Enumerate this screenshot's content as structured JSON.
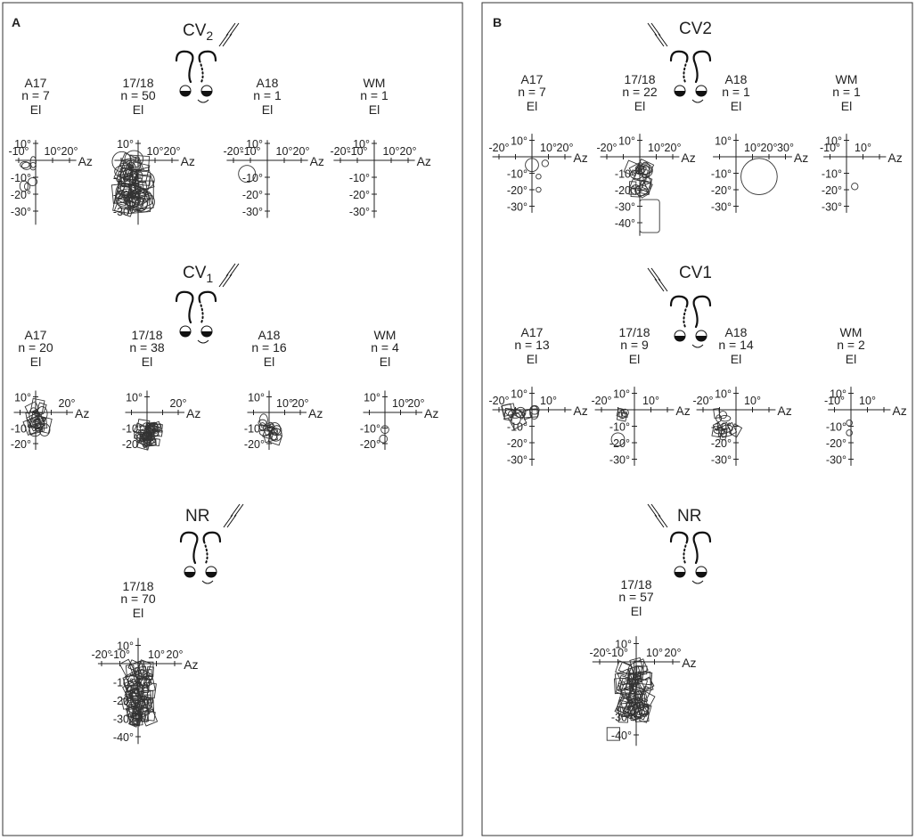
{
  "panels": [
    {
      "letter": "A",
      "conditions": [
        {
          "label": "CV",
          "sub": "2",
          "plots": [
            {
              "area": "A17",
              "n": "n = 7",
              "xt": [
                "-10°",
                "10°",
                "20°"
              ],
              "yt": [
                "10°",
                "-10°",
                "-20°",
                "-30°"
              ]
            },
            {
              "area": "17/18",
              "n": "n = 50",
              "xt": [
                "10°",
                "20°"
              ],
              "yt": [
                "10°",
                "-10°",
                "-20°",
                "-30°"
              ]
            },
            {
              "area": "A18",
              "n": "n = 1",
              "xt": [
                "-20°",
                "-10°",
                "10°",
                "20°"
              ],
              "yt": [
                "10°",
                "-10°",
                "-20°",
                "-30°"
              ]
            },
            {
              "area": "WM",
              "n": "n = 1",
              "xt": [
                "-20°",
                "-10°",
                "10°",
                "20°"
              ],
              "yt": [
                "10°",
                "-10°",
                "-20°",
                "-30°"
              ]
            }
          ]
        },
        {
          "label": "CV",
          "sub": "1",
          "plots": [
            {
              "area": "A17",
              "n": "n = 20",
              "xt": [
                "20°"
              ],
              "yt": [
                "10°",
                "-10°",
                "-20°"
              ]
            },
            {
              "area": "17/18",
              "n": "n = 38",
              "xt": [
                "20°"
              ],
              "yt": [
                "10°",
                "-10°",
                "-20°"
              ]
            },
            {
              "area": "A18",
              "n": "n = 16",
              "xt": [
                "10°",
                "20°"
              ],
              "yt": [
                "10°",
                "-10°",
                "-20°"
              ]
            },
            {
              "area": "WM",
              "n": "n = 4",
              "xt": [
                "10°",
                "20°"
              ],
              "yt": [
                "10°",
                "-10°",
                "-20°"
              ]
            }
          ]
        },
        {
          "label": "NR",
          "sub": "",
          "plots": [
            {
              "area": "17/18",
              "n": "n = 70",
              "xt": [
                "-20°",
                "-10°",
                "10°",
                "20°"
              ],
              "yt": [
                "10°",
                "-10°",
                "-20°",
                "-30°",
                "-40°"
              ]
            }
          ]
        }
      ]
    },
    {
      "letter": "B",
      "conditions": [
        {
          "label": "CV2",
          "sub": "",
          "plots": [
            {
              "area": "A17",
              "n": "n = 7",
              "xt": [
                "-20°",
                "10°",
                "20°"
              ],
              "yt": [
                "10°",
                "-10°",
                "-20°",
                "-30°"
              ]
            },
            {
              "area": "17/18",
              "n": "n = 22",
              "xt": [
                "-20°",
                "10°",
                "20°"
              ],
              "yt": [
                "10°",
                "-10°",
                "-20°",
                "-30°",
                "-40°"
              ]
            },
            {
              "area": "A18",
              "n": "n = 1",
              "xt": [
                "10°",
                "20°",
                "30°"
              ],
              "yt": [
                "10°",
                "-10°",
                "-20°",
                "-30°"
              ]
            },
            {
              "area": "WM",
              "n": "n = 1",
              "xt": [
                "-10°",
                "10°"
              ],
              "yt": [
                "10°",
                "-10°",
                "-20°",
                "-30°"
              ]
            }
          ]
        },
        {
          "label": "CV1",
          "sub": "",
          "plots": [
            {
              "area": "A17",
              "n": "n = 13",
              "xt": [
                "-20°",
                "10°"
              ],
              "yt": [
                "10°",
                "-10°",
                "-20°",
                "-30°"
              ]
            },
            {
              "area": "17/18",
              "n": "n = 9",
              "xt": [
                "-20°",
                "10°"
              ],
              "yt": [
                "10°",
                "-10°",
                "-20°",
                "-30°"
              ]
            },
            {
              "area": "A18",
              "n": "n = 14",
              "xt": [
                "-20°",
                "10°"
              ],
              "yt": [
                "10°",
                "-10°",
                "-20°",
                "-30°"
              ]
            },
            {
              "area": "WM",
              "n": "n = 2",
              "xt": [
                "-10°",
                "10°"
              ],
              "yt": [
                "10°",
                "-10°",
                "-20°",
                "-30°"
              ]
            }
          ]
        },
        {
          "label": "NR",
          "sub": "",
          "plots": [
            {
              "area": "17/18",
              "n": "n = 57",
              "xt": [
                "-20°",
                "-10°",
                "10°",
                "20°"
              ],
              "yt": [
                "10°",
                "-30°",
                "-40°"
              ]
            }
          ]
        }
      ]
    }
  ],
  "axis_labels": {
    "x": "Az",
    "y": "El"
  }
}
